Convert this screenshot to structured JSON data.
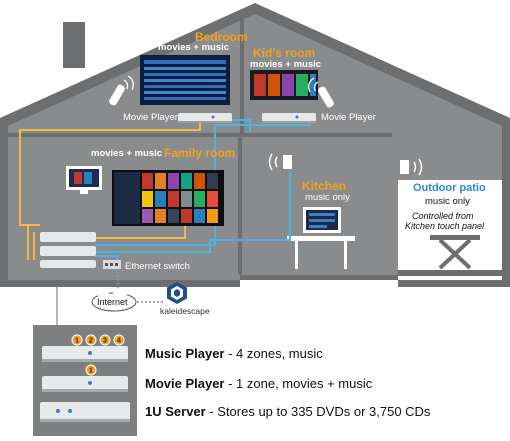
{
  "colors": {
    "house_wall": "#6d6e70",
    "room_fill": "#8a8b8d",
    "accent_orange": "#f3a21a",
    "outdoor_blue": "#2e86d6",
    "cable_blue": "#4fb3e0",
    "cable_orange": "#f6b74a",
    "server_panel": "#7e7f81"
  },
  "rooms": {
    "bedroom": {
      "name": "Bedroom",
      "desc": "movies + music",
      "device": "Movie Player"
    },
    "kids_room": {
      "name": "Kid’s room",
      "desc": "movies + music",
      "device": "Movie Player"
    },
    "family_room": {
      "name": "Family room",
      "desc": "movies + music"
    },
    "kitchen": {
      "name": "Kitchen",
      "desc": "music only"
    },
    "outdoor_patio": {
      "name": "Outdoor patio",
      "desc": "music only",
      "note_line1": "Controlled from",
      "note_line2": "Kitchen touch panel"
    }
  },
  "network": {
    "switch_label": "Ethernet switch",
    "internet_label": "Internet",
    "brand": "kaleidescape"
  },
  "zone_badges": [
    "1",
    "2",
    "3",
    "4"
  ],
  "movie_badge": "1",
  "legend": [
    {
      "name": "Music Player",
      "desc": " - 4 zones, music"
    },
    {
      "name": "Movie Player",
      "desc": " - 1 zone, movies + music"
    },
    {
      "name": "1U Server",
      "desc": " - Stores up to 335 DVDs or 3,750 CDs"
    }
  ]
}
